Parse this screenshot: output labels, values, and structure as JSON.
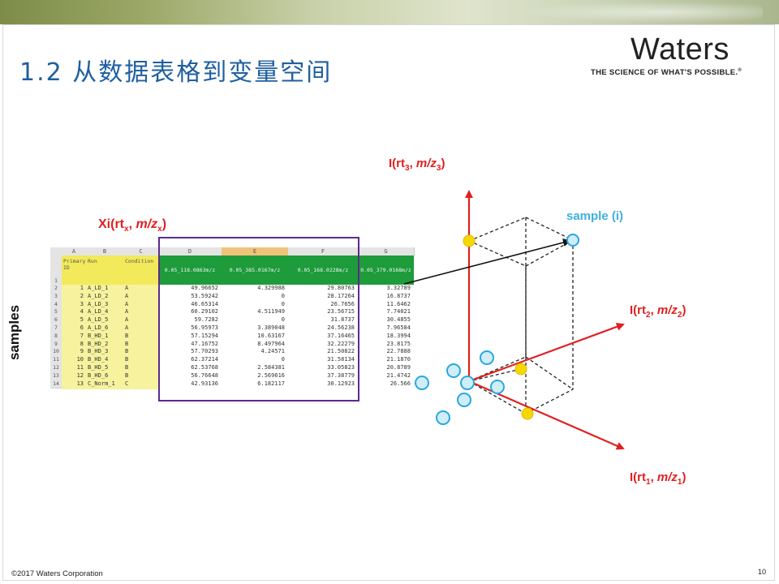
{
  "slide": {
    "title": "1.2  从数据表格到变量空间",
    "footer": "©2017 Waters Corporation",
    "page_number": "10"
  },
  "logo": {
    "word": "Waters",
    "tagline": "THE SCIENCE OF WHAT'S POSSIBLE.",
    "trademark": "®"
  },
  "labels": {
    "samples": "samples",
    "xi_label": "Xi(rt",
    "xi_sub": "x",
    "xi_mid": ", ",
    "xi_ital": "m/z",
    "xi_sub2": "x",
    "xi_close": ")",
    "sample_i": "sample (i)",
    "axis3": {
      "pre": "I(rt",
      "sub": "3",
      "mid": ", ",
      "ital": "m/z",
      "sub2": "3",
      "close": ")"
    },
    "axis2": {
      "pre": "I(rt",
      "sub": "2",
      "mid": ", ",
      "ital": "m/z",
      "sub2": "2",
      "close": ")"
    },
    "axis1": {
      "pre": "I(rt",
      "sub": "1",
      "mid": ", ",
      "ital": "m/z",
      "sub2": "1",
      "close": ")"
    }
  },
  "spreadsheet": {
    "column_letters": [
      "A",
      "B",
      "C",
      "D",
      "E",
      "F",
      "G"
    ],
    "header_row_number": "1",
    "headers": [
      "Primary ID",
      "Run",
      "Condition",
      "0.05_118.0863m/z",
      "0.05_385.0167m/z",
      "0.05_168.0228m/z",
      "0.05_379.0168m/z"
    ],
    "rows": [
      {
        "n": "2",
        "id": "1",
        "run": "A_LD_1",
        "cond": "A",
        "d": "49.96652",
        "e": "4.329988",
        "f": "29.80763",
        "g": "3.32789"
      },
      {
        "n": "3",
        "id": "2",
        "run": "A_LD_2",
        "cond": "A",
        "d": "53.59242",
        "e": "0",
        "f": "28.17264",
        "g": "16.8737"
      },
      {
        "n": "4",
        "id": "3",
        "run": "A_LD_3",
        "cond": "A",
        "d": "46.65314",
        "e": "0",
        "f": "26.7656",
        "g": "11.6462"
      },
      {
        "n": "5",
        "id": "4",
        "run": "A_LD_4",
        "cond": "A",
        "d": "60.29102",
        "e": "4.511949",
        "f": "23.56715",
        "g": "7.74021"
      },
      {
        "n": "6",
        "id": "5",
        "run": "A_LD_5",
        "cond": "A",
        "d": "59.7282",
        "e": "0",
        "f": "31.8737",
        "g": "30.4855"
      },
      {
        "n": "7",
        "id": "6",
        "run": "A_LD_6",
        "cond": "A",
        "d": "56.95973",
        "e": "3.389048",
        "f": "24.56238",
        "g": "7.96584"
      },
      {
        "n": "8",
        "id": "7",
        "run": "B_HD_1",
        "cond": "B",
        "d": "57.15294",
        "e": "10.63167",
        "f": "37.16465",
        "g": "18.3994"
      },
      {
        "n": "9",
        "id": "8",
        "run": "B_HD_2",
        "cond": "B",
        "d": "47.16752",
        "e": "8.497964",
        "f": "32.22279",
        "g": "23.8175"
      },
      {
        "n": "10",
        "id": "9",
        "run": "B_HD_3",
        "cond": "B",
        "d": "57.70293",
        "e": "4.24571",
        "f": "21.50822",
        "g": "22.7888"
      },
      {
        "n": "11",
        "id": "10",
        "run": "B_HD_4",
        "cond": "B",
        "d": "62.37214",
        "e": "0",
        "f": "31.58134",
        "g": "21.1870"
      },
      {
        "n": "12",
        "id": "11",
        "run": "B_HD_5",
        "cond": "B",
        "d": "62.53768",
        "e": "2.584381",
        "f": "33.05823",
        "g": "20.8789"
      },
      {
        "n": "13",
        "id": "12",
        "run": "B_HD_6",
        "cond": "B",
        "d": "56.76648",
        "e": "2.569616",
        "f": "37.38779",
        "g": "21.4742"
      },
      {
        "n": "14",
        "id": "13",
        "run": "C_Norm_1",
        "cond": "C",
        "d": "42.93136",
        "e": "6.182117",
        "f": "30.12923",
        "g": "26.566"
      }
    ]
  },
  "colors": {
    "title_blue": "#1f5fa0",
    "axis_red": "#e02020",
    "sample_blue": "#3eb0e0",
    "projection_yellow": "#f5d800",
    "highlight_purple": "#5e2a8e",
    "header_green": "#1e9b3a",
    "header_yellow": "#f2ea5a"
  }
}
